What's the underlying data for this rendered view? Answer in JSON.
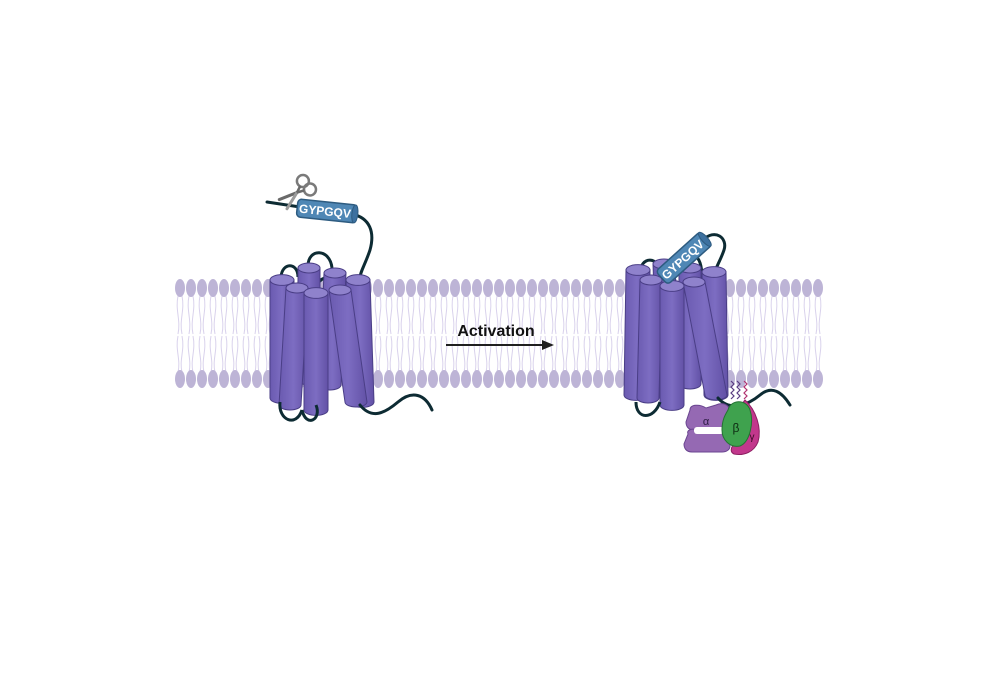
{
  "diagram": {
    "arrow_label": "Activation",
    "peptide_label_left": "GYPGQV",
    "peptide_label_right": "GYPGQV",
    "g_protein": {
      "alpha": "α",
      "beta": "β",
      "gamma": "γ"
    },
    "icons": {
      "scissors": "scissors-icon"
    },
    "colors": {
      "helix_fill": "#7b6bbf",
      "helix_top": "#8f82cc",
      "helix_stroke": "#4a3e86",
      "loop": "#0d2b33",
      "lipid_head": "#bdb4d6",
      "lipid_tail": "#d9d2ec",
      "peptide_fill": "#4f87b5",
      "peptide_stroke": "#2d5b80",
      "g_alpha": "#9569b3",
      "g_beta": "#3fa24e",
      "g_gamma": "#c2378c",
      "arrow": "#1f1f1f"
    }
  }
}
